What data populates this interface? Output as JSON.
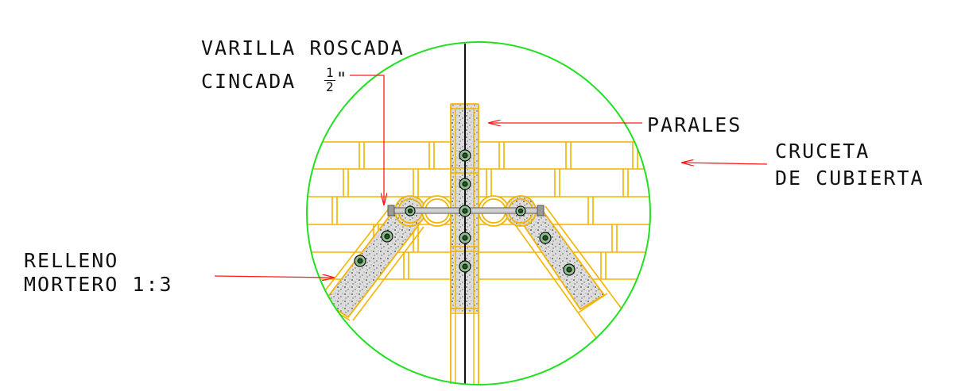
{
  "labels": {
    "rod_line1": "VARILLA ROSCADA",
    "rod_line2": "CINCADA",
    "rod_fraction_num": "1",
    "rod_fraction_den": "2",
    "rod_fraction_mark": "\"",
    "studs": "PARALES",
    "crossarm_line1": "CRUCETA",
    "crossarm_line2": "DE CUBIERTA",
    "fill_line1": "RELLENO",
    "fill_line2": "MORTERO 1:3"
  },
  "colors": {
    "circle": "#22e022",
    "bamboo": "#f2b400",
    "arrow": "#ff1a1a",
    "mortar": "#d9d9d9",
    "bolt": "#1a5c1a",
    "rod": "#8c8c8c",
    "text": "#111111"
  }
}
